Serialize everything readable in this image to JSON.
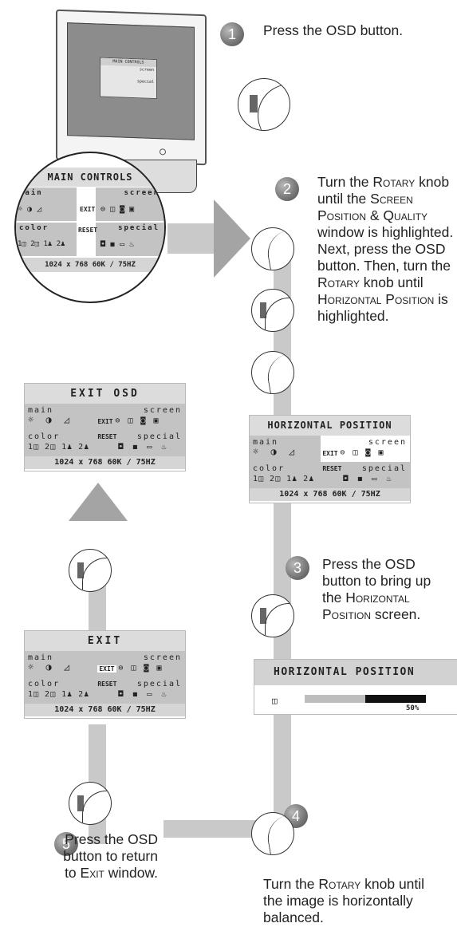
{
  "steps": {
    "s1": {
      "num": "1",
      "text": "Press the OSD button."
    },
    "s2": {
      "num": "2",
      "t1": "Turn the ",
      "t2": "Rotary",
      "t3": " knob until the ",
      "t4": "Screen Position &",
      "t5": "Quality",
      "t6": " window is highlighted. Next, press the OSD button. Then, turn the ",
      "t7": "Rotary",
      "t8": " knob until ",
      "t9": "Horizontal Position",
      "t10": " is highlighted."
    },
    "s3": {
      "num": "3",
      "t1": "Press the OSD button to bring up the ",
      "t2": "Horizontal Position",
      "t3": " screen."
    },
    "s4": {
      "num": "4",
      "t1": "Turn the ",
      "t2": "Rotary",
      "t3": " knob until the image is horizontally balanced."
    },
    "s5": {
      "num": "5",
      "t1": "Press the OSD button to return to ",
      "t2": "Exit",
      "t3": " window."
    }
  },
  "osd_main": {
    "title": "MAIN CONTROLS",
    "main": "main",
    "screen": "screen",
    "color": "color",
    "special": "special",
    "exit": "EXIT",
    "reset": "RESET",
    "footer": "1024 x 768   60K / 75HZ"
  },
  "osd_exitosd": {
    "title": "EXIT OSD",
    "main": "main",
    "screen": "screen",
    "color": "color",
    "special": "special",
    "exit": "EXIT",
    "reset": "RESET",
    "footer": "1024 x 768   60K / 75HZ"
  },
  "osd_hpos": {
    "title": "HORIZONTAL POSITION",
    "main": "main",
    "screen": "screen",
    "color": "color",
    "special": "special",
    "exit": "EXIT",
    "reset": "RESET",
    "footer": "1024 x 768   60K / 75HZ"
  },
  "osd_exit": {
    "title": "EXIT",
    "main": "main",
    "screen": "screen",
    "color": "color",
    "special": "special",
    "exit": "EXIT",
    "reset": "RESET",
    "footer": "1024 x 768   60K / 75HZ"
  },
  "hpos_screen": {
    "title": "HORIZONTAL POSITION",
    "value_label": "50%",
    "value": 0.5
  },
  "monitor_osd": {
    "title": "MAIN CONTROLS",
    "screen": "screen",
    "special": "special"
  },
  "icons": {
    "main_icons": "☼ ◑ ◿",
    "screen_icons": "⊖ ◫ ◙ ▣",
    "color_icons": "1◫ 2◫ 1♟ 2♟",
    "special_icons": "◘ ◼ ▭ ♨"
  },
  "colors": {
    "connector": "#c9c9c9",
    "badge": "#6f6f6f"
  }
}
